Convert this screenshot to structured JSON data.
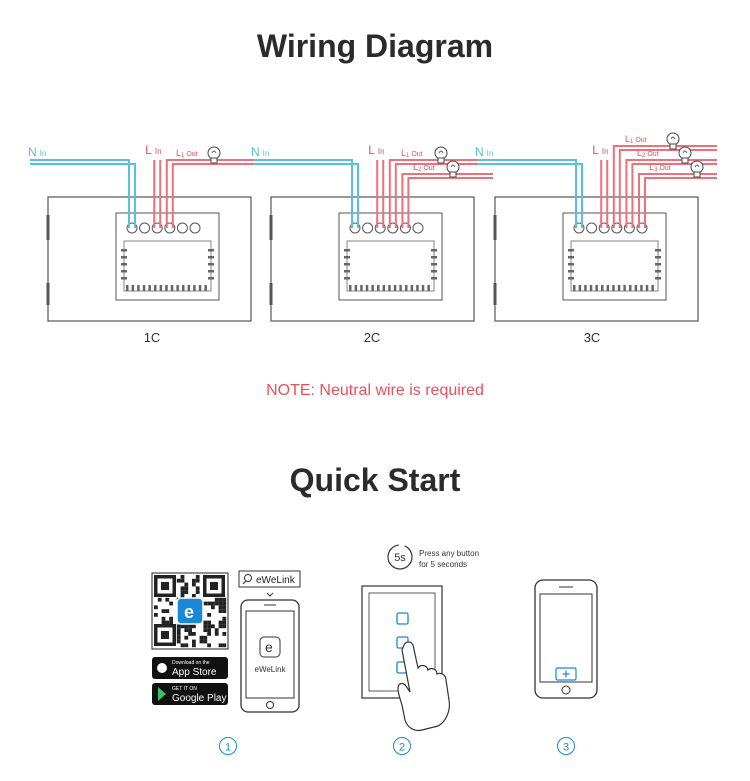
{
  "wiring": {
    "title": "Wiring Diagram",
    "panels": [
      {
        "caption": "1C",
        "n_label": "N",
        "n_sub": "In",
        "l_label": "L",
        "l_sub": "In",
        "outputs": [
          {
            "label": "L",
            "num": "1",
            "sub": "Out"
          }
        ]
      },
      {
        "caption": "2C",
        "n_label": "N",
        "n_sub": "In",
        "l_label": "L",
        "l_sub": "In",
        "outputs": [
          {
            "label": "L",
            "num": "1",
            "sub": "Out"
          },
          {
            "label": "L",
            "num": "2",
            "sub": "Out"
          }
        ]
      },
      {
        "caption": "3C",
        "n_label": "N",
        "n_sub": "In",
        "l_label": "L",
        "l_sub": "In",
        "outputs": [
          {
            "label": "L",
            "num": "1",
            "sub": "Out"
          },
          {
            "label": "L",
            "num": "2",
            "sub": "Out"
          },
          {
            "label": "L",
            "num": "3",
            "sub": "Out"
          }
        ]
      }
    ],
    "note": "NOTE: Neutral wire is required",
    "colors": {
      "neutral": "#5bc0de",
      "live": "#ef6f7b",
      "note": "#e8505b"
    }
  },
  "quick_start": {
    "title": "Quick Start",
    "search_text": "eWeLink",
    "app_name": "eWeLink",
    "app_store": {
      "small": "Download on the",
      "big": "App Store"
    },
    "google_play": {
      "small": "GET IT ON",
      "big": "Google Play"
    },
    "timer": "5s",
    "press_line1": "Press any button",
    "press_line2": "for 5 seconds",
    "steps": [
      "1",
      "2",
      "3"
    ]
  }
}
